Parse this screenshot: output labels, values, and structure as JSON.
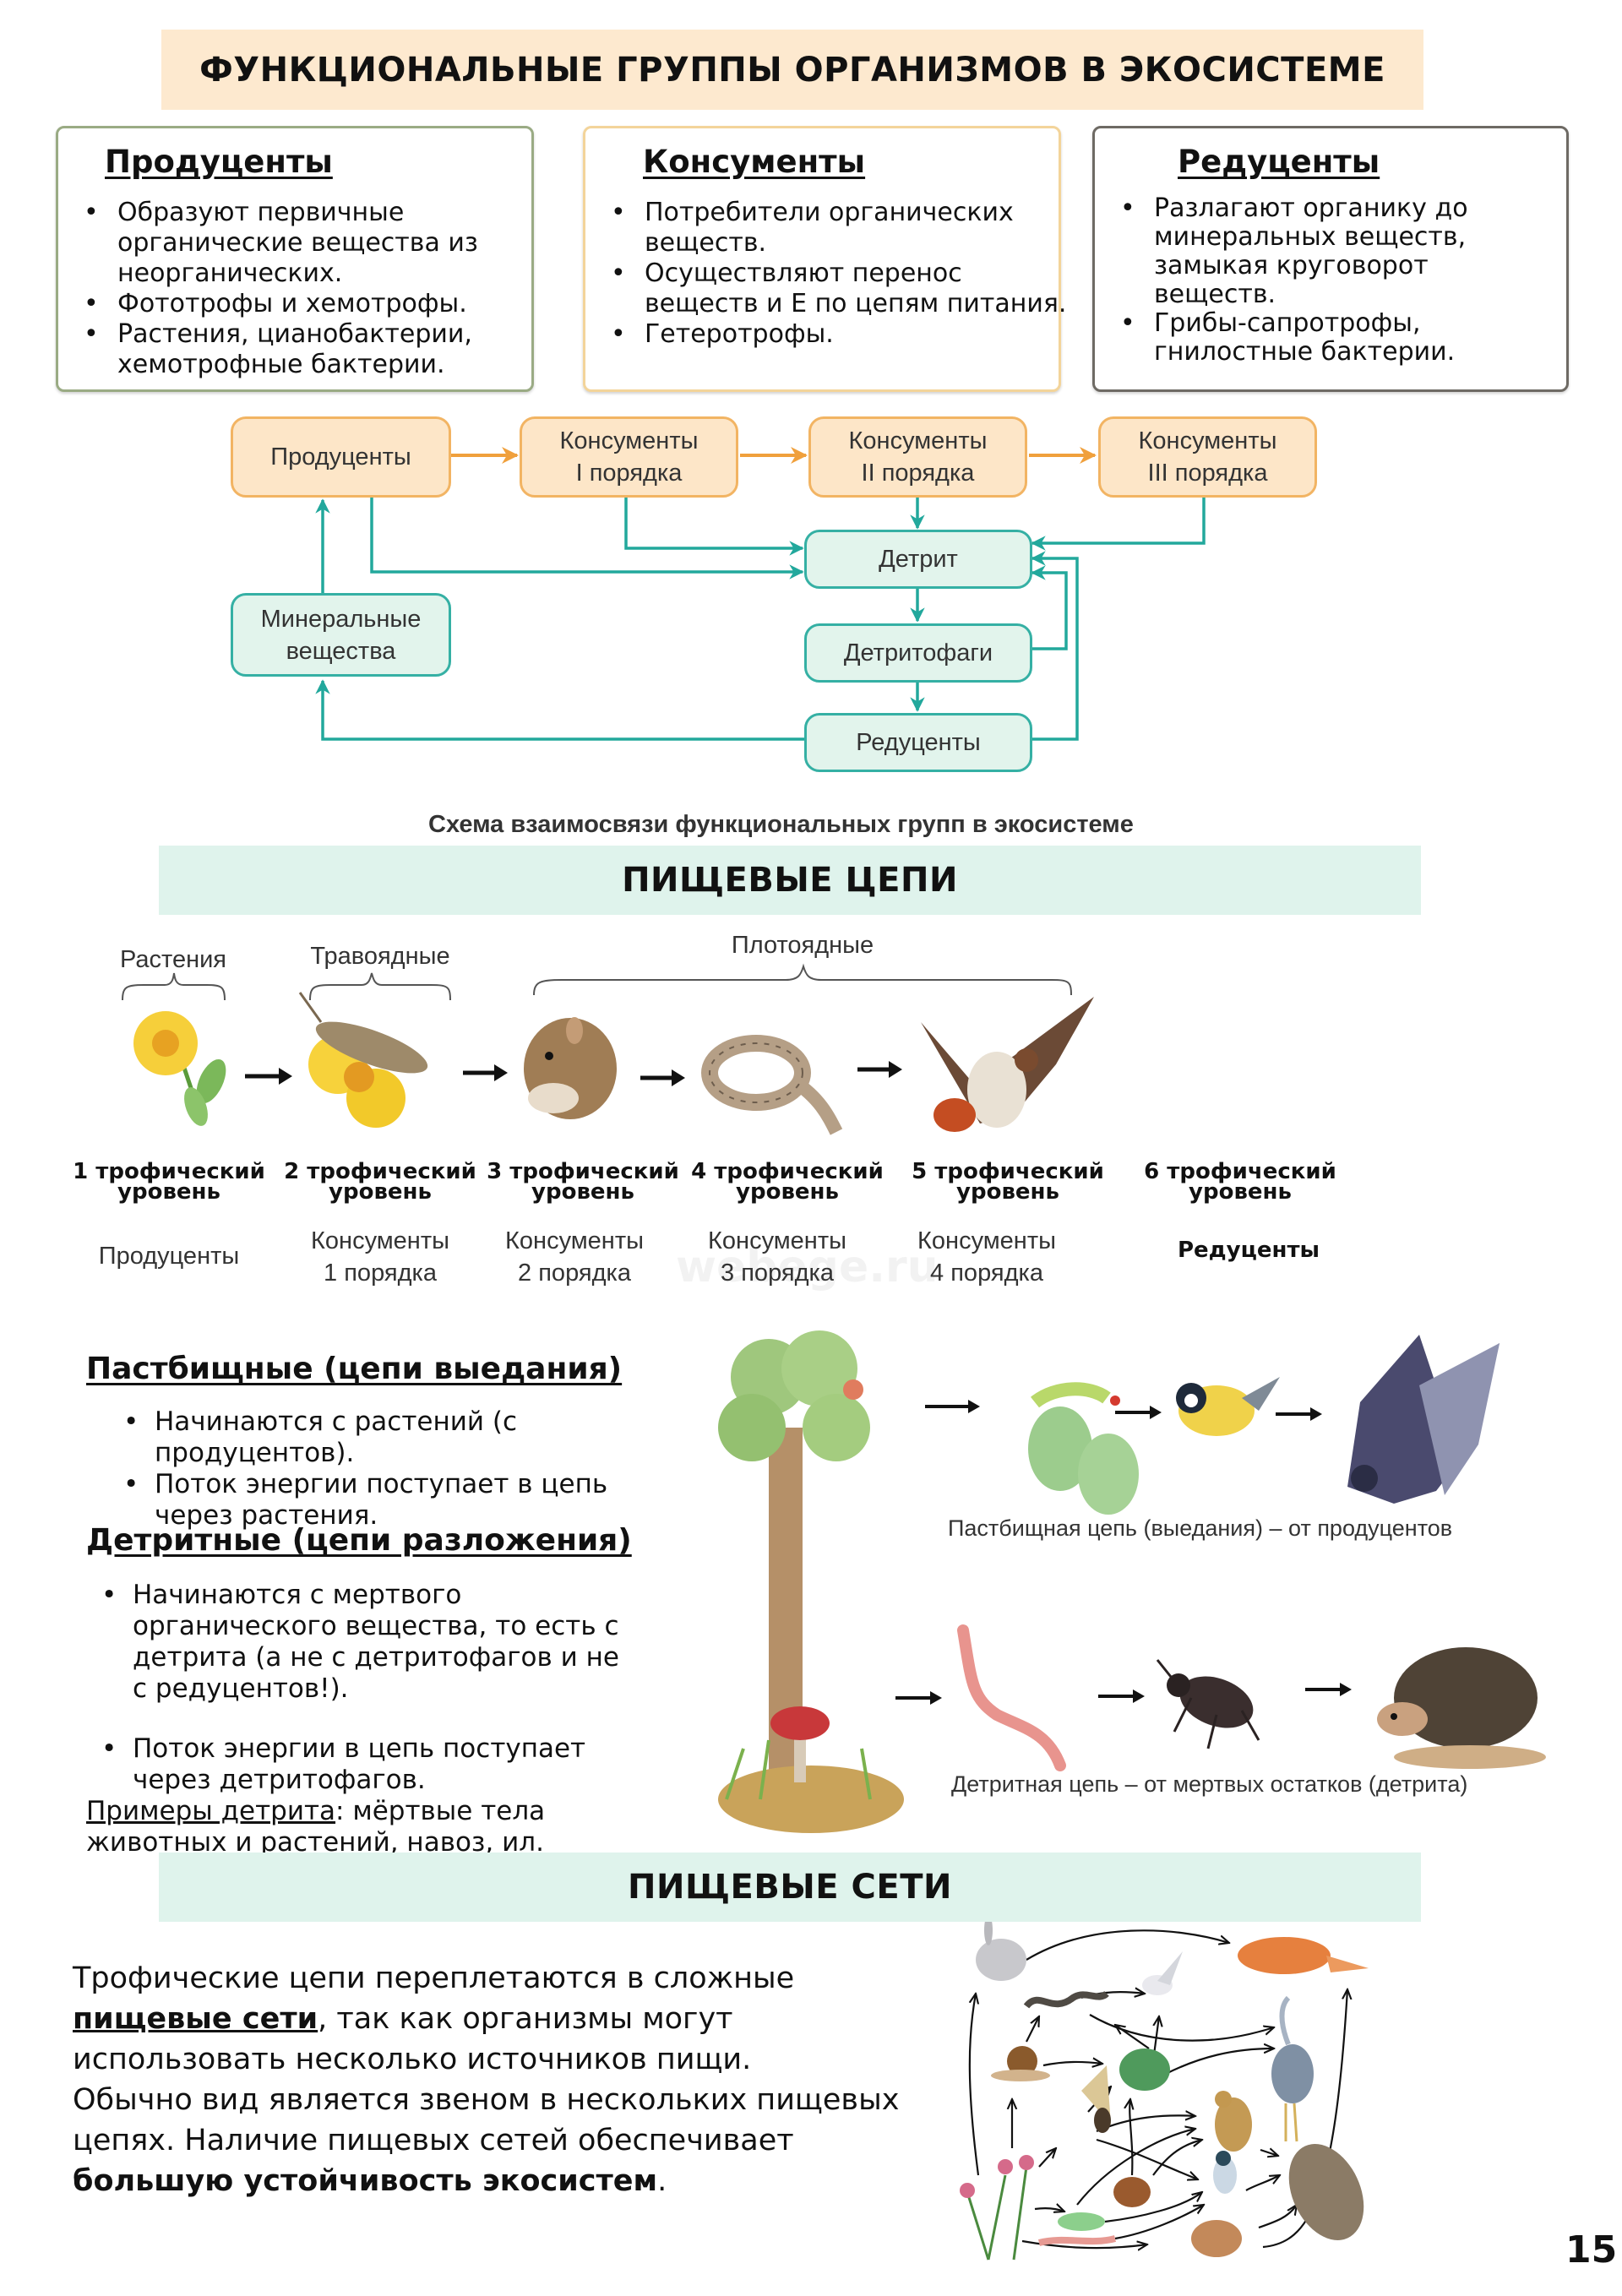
{
  "header": {
    "title": "ФУНКЦИОНАЛЬНЫЕ ГРУППЫ ОРГАНИЗМОВ В ЭКОСИСТЕМЕ",
    "band_color": "#fde9cf"
  },
  "groups": [
    {
      "title": "Продуценты",
      "border_color": "#9aab84",
      "items": [
        " Образуют первичные органические вещества из неорганических.",
        "Фототрофы и хемотрофы.",
        "Растения, цианобактерии, хемотрофные бактерии."
      ]
    },
    {
      "title": "Консументы",
      "border_color": "#f3d49a",
      "items": [
        "Потребители органических веществ.",
        "Осуществляют перенос веществ и Е по цепям питания.",
        "Гетеротрофы."
      ]
    },
    {
      "title": "Редуценты",
      "border_color": "#6e6a64",
      "items": [
        "Разлагают органику до минеральных веществ, замыкая круговорот веществ.",
        "Грибы-сапротрофы, гнилостные бактерии."
      ]
    }
  ],
  "diagram": {
    "nodes": {
      "producers": "Продуценты",
      "consumers1_a": "Консументы",
      "consumers1_b": "I порядка",
      "consumers2_a": "Консументы",
      "consumers2_b": "II порядка",
      "consumers3_a": "Консументы",
      "consumers3_b": "III порядка",
      "detritus": "Детрит",
      "detritivores": "Детритофаги",
      "decomposers": "Редуценты",
      "minerals_a": "Минеральные",
      "minerals_b": "вещества"
    },
    "colors": {
      "orange_fill": "#fde6c8",
      "orange_border": "#f2b463",
      "orange_arrow": "#f0a03c",
      "teal_fill": "#e2f4ec",
      "teal_border": "#35b0a4",
      "teal_arrow": "#22a89c"
    },
    "caption": "Схема взаимосвязи функциональных групп в экосистеме"
  },
  "food_chains": {
    "title": "ПИЩЕВЫЕ ЦЕПИ",
    "groups": [
      "Растения",
      "Травоядные",
      "Плотоядные"
    ],
    "organisms": [
      "flower",
      "grasshopper",
      "mouse",
      "snake",
      "hawk"
    ],
    "levels": [
      {
        "level_a": "1 трофический",
        "level_b": "уровень",
        "role_a": "Продуценты",
        "role_b": ""
      },
      {
        "level_a": "2 трофический",
        "level_b": "уровень",
        "role_a": "Консументы",
        "role_b": "1 порядка"
      },
      {
        "level_a": "3 трофический",
        "level_b": "уровень",
        "role_a": "Консументы",
        "role_b": "2 порядка"
      },
      {
        "level_a": "4 трофический",
        "level_b": "уровень",
        "role_a": "Консументы",
        "role_b": "3 порядка"
      },
      {
        "level_a": "5 трофический",
        "level_b": "уровень",
        "role_a": "Консументы",
        "role_b": "4 порядка"
      },
      {
        "level_a": "6 трофический",
        "level_b": "уровень",
        "role_a": "Редуценты",
        "role_b": ""
      }
    ],
    "watermark": "webege.ru"
  },
  "chain_types": {
    "grazing": {
      "title": "Пастбищные (цепи выедания)",
      "items": [
        "Начинаются с растений (с продуцентов).",
        "Поток энергии поступает в цепь через растения."
      ]
    },
    "detrital": {
      "title": "Детритные (цепи разложения)",
      "items": [
        "Начинаются с мертвого органического вещества, то есть с детрита (а не с детритофагов и не с редуцентов!).",
        "Поток энергии в цепь поступает через детритофагов."
      ],
      "examples_label": "Примеры детрита",
      "examples_text": ": мёртвые тела животных и растений, навоз, ил."
    },
    "grazing_caption": "Пастбищная цепь (выедания) – от продуцентов",
    "detrital_caption": "Детритная цепь – от мертвых остатков (детрита)",
    "grazing_organisms": [
      "tree",
      "caterpillar",
      "tit",
      "falcon"
    ],
    "detrital_organisms": [
      "mushroom-litter",
      "earthworm",
      "beetle",
      "hedgehog"
    ]
  },
  "food_webs": {
    "title": "ПИЩЕВЫЕ СЕТИ",
    "p1_a": "Трофические цепи переплетаются в сложные ",
    "p1_bold": "пищевые сети",
    "p1_b": ", так как организмы могут использовать несколько источников пищи.",
    "p2_a": "Обычно вид является звеном в нескольких пищевых цепях. Наличие пищевых сетей обеспечивает ",
    "p2_bold": "большую устойчивость экосистем",
    "p2_b": ".",
    "organisms": [
      "hare",
      "fox",
      "grass-snake",
      "gull",
      "heron",
      "snail",
      "frog",
      "moth",
      "thrush",
      "hawk",
      "clover",
      "weevil",
      "tit",
      "caterpillar",
      "earthworm",
      "mouse"
    ]
  },
  "page_number": "15"
}
